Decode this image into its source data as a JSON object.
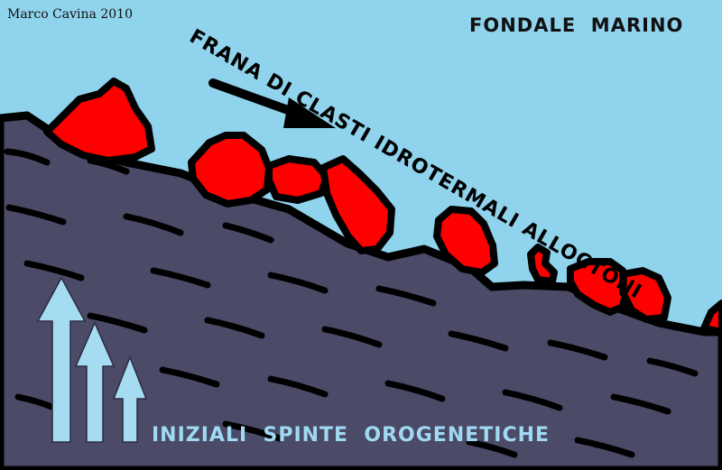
{
  "texts": {
    "credit": "Marco Cavina 2010",
    "seafloor": "FONDALE  MARINO",
    "landslide": "FRANA DI CLASTI IDROTERMALI ALLOCTONI",
    "thrusts": "INIZIALI  SPINTE  OROGENETICHE"
  },
  "colors": {
    "sea": "#8fd3ec",
    "rock": "#4b4a67",
    "clast": "#ff0000",
    "outline": "#000000",
    "arrow_up": "#a6dcf2"
  }
}
